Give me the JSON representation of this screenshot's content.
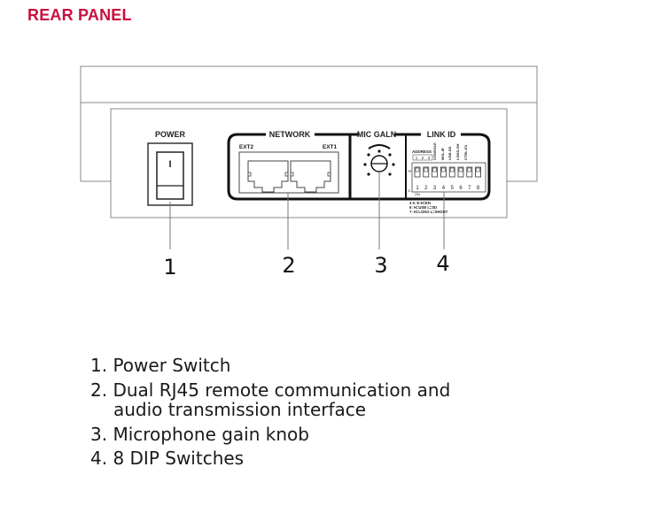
{
  "title": "REAR PANEL",
  "panel": {
    "power_label": "POWER",
    "power_switch_mark": "I",
    "network_label": "NETWORK",
    "ports": [
      "EXT2",
      "EXT1"
    ],
    "mic_label": "MIC GALN",
    "link_label": "LINK ID",
    "address_label": "ADDRESS",
    "address_nums": [
      "1",
      "2",
      "3"
    ],
    "dip_top_labels": [
      "CONSOLE",
      "MSL-IR",
      "USB-SD",
      "LONG-SH",
      "CTRL-EX"
    ],
    "dip_numbers": [
      "1",
      "2",
      "3",
      "4",
      "5",
      "6",
      "7",
      "8"
    ],
    "dip_count": 8,
    "side_h": "H",
    "side_l": "L",
    "on_label": "ON",
    "notes": [
      "4 5: E:H=EN",
      "6: H=USB L=SD",
      "7: H=LONG L=SHORT"
    ]
  },
  "callouts": [
    "1",
    "2",
    "3",
    "4"
  ],
  "legend": [
    {
      "num": "1.",
      "text": "Power Switch"
    },
    {
      "num": "2.",
      "text": "Dual RJ45 remote communication and",
      "continuation": "audio transmission  interface"
    },
    {
      "num": "3.",
      "text": "Microphone gain  knob"
    },
    {
      "num": "4.",
      "text": "8 DIP Switches"
    }
  ],
  "colors": {
    "title": "#c8103e",
    "line": "#777777",
    "ink": "#111111"
  }
}
